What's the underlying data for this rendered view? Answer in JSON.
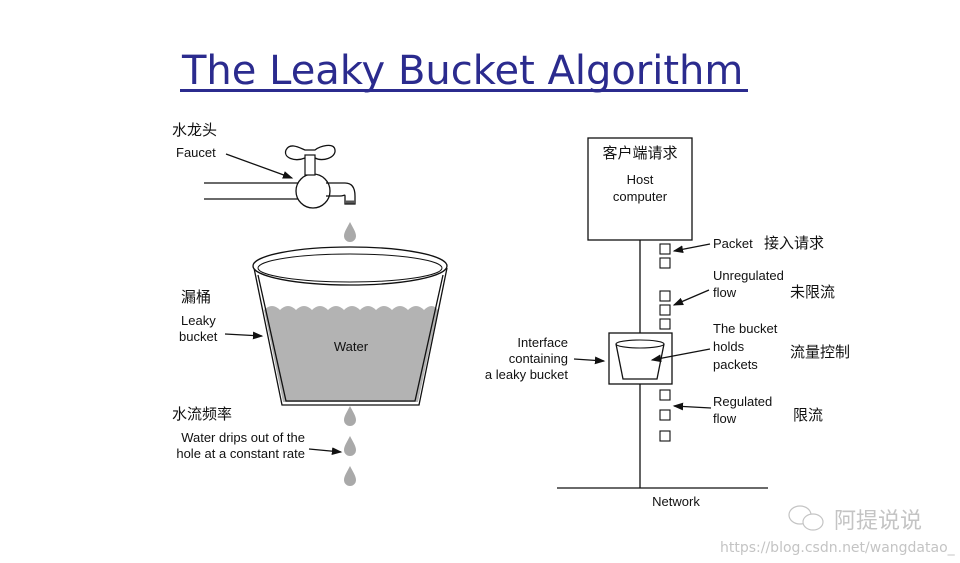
{
  "title": "The Leaky Bucket Algorithm",
  "colors": {
    "title": "#2b2b8e",
    "water": "#b3b3b3",
    "drop": "#a9a9a9"
  },
  "left": {
    "faucet_cn": "水龙头",
    "faucet": "Faucet",
    "bucket_cn": "漏桶",
    "bucket_line1": "Leaky",
    "bucket_line2": "bucket",
    "water": "Water",
    "rate_cn": "水流频率",
    "drips_line1": "Water drips out of the",
    "drips_line2": "hole at a constant rate"
  },
  "right": {
    "host_cn": "客户端请求",
    "host_line1": "Host",
    "host_line2": "computer",
    "packet": "Packet",
    "packet_cn": "接入请求",
    "unreg_line1": "Unregulated",
    "unreg_line2": "flow",
    "unreg_cn": "未限流",
    "holds_line1": "The bucket",
    "holds_line2": "holds",
    "holds_line3": "packets",
    "holds_cn": "流量控制",
    "iface_line1": "Interface",
    "iface_line2": "containing",
    "iface_line3": "a leaky bucket",
    "reg_line1": "Regulated",
    "reg_line2": "flow",
    "reg_cn": "限流",
    "network": "Network"
  },
  "watermark": {
    "name": "阿提说说",
    "url": "https://blog.csdn.net/wangdatao_"
  }
}
